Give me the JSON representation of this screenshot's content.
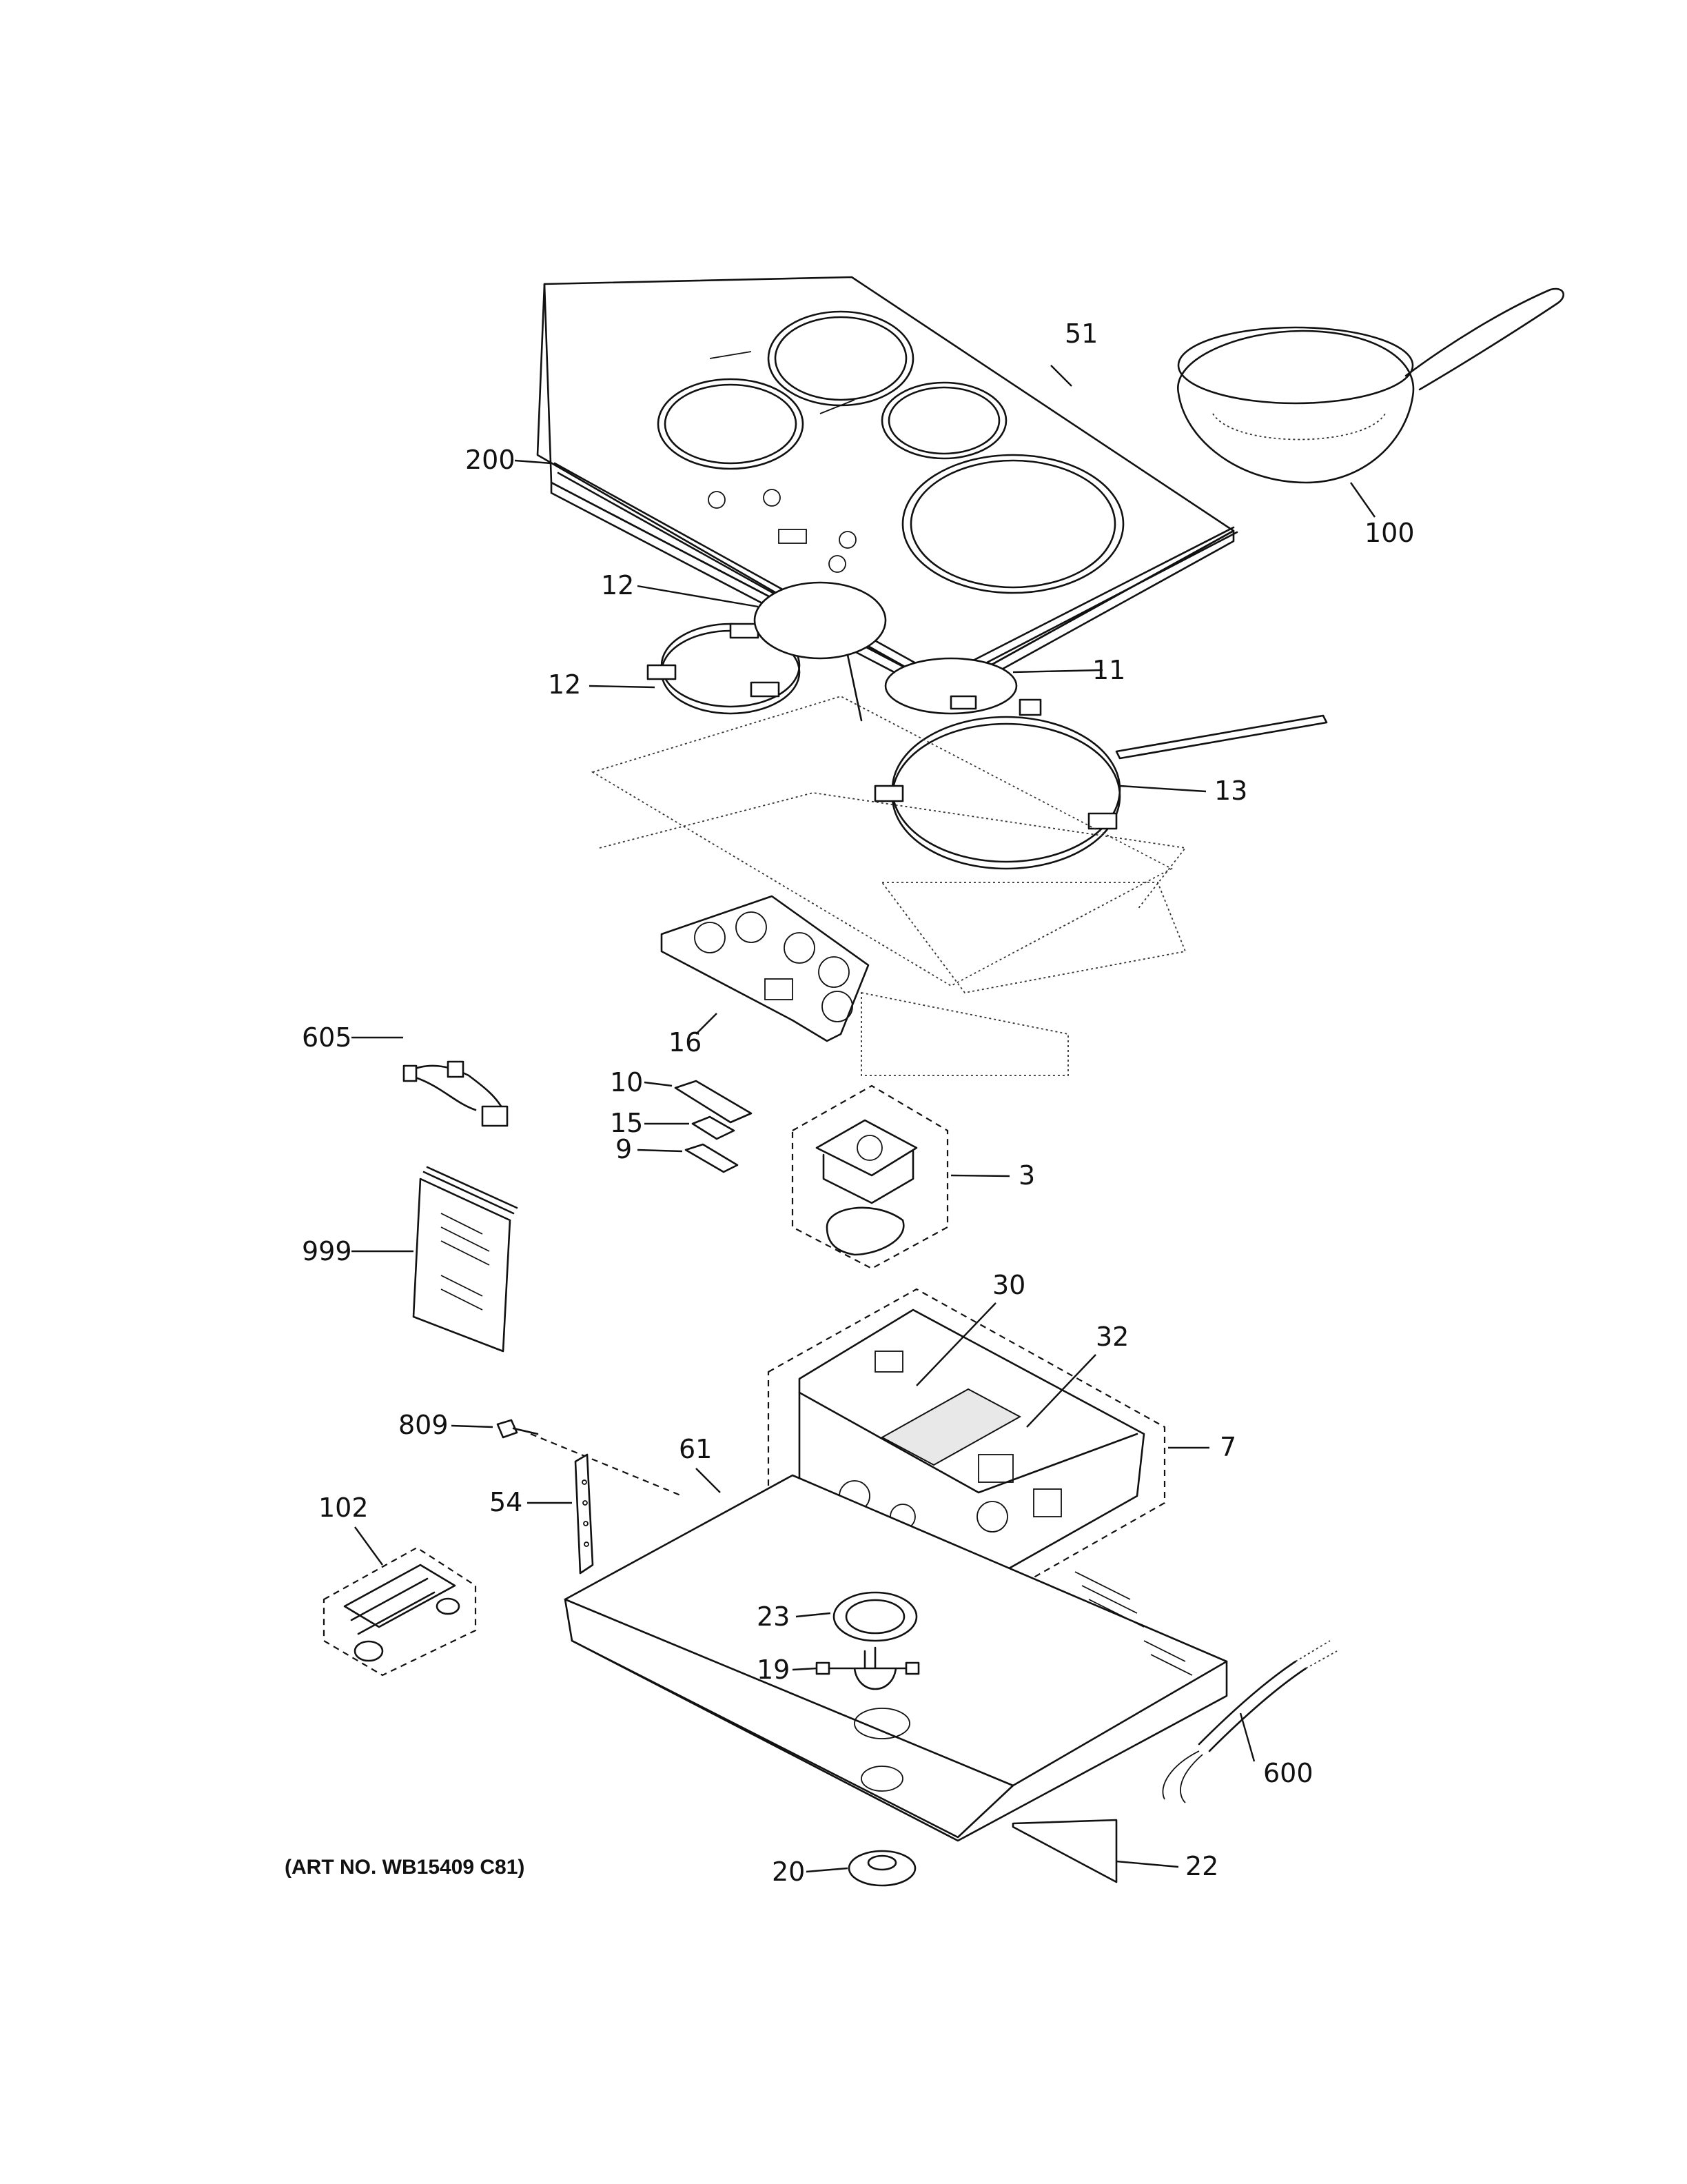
{
  "callouts": {
    "c51": "51",
    "c200": "200",
    "c100": "100",
    "c12a": "12",
    "c12b": "12",
    "c11": "11",
    "c13": "13",
    "c16": "16",
    "c605": "605",
    "c10": "10",
    "c15": "15",
    "c9": "9",
    "c3": "3",
    "c999": "999",
    "c30": "30",
    "c32": "32",
    "c7": "7",
    "c809": "809",
    "c61": "61",
    "c54": "54",
    "c102": "102",
    "c23": "23",
    "c19": "19",
    "c600": "600",
    "c20": "20",
    "c22": "22"
  },
  "art_number": "(ART NO. WB15409 C81)"
}
